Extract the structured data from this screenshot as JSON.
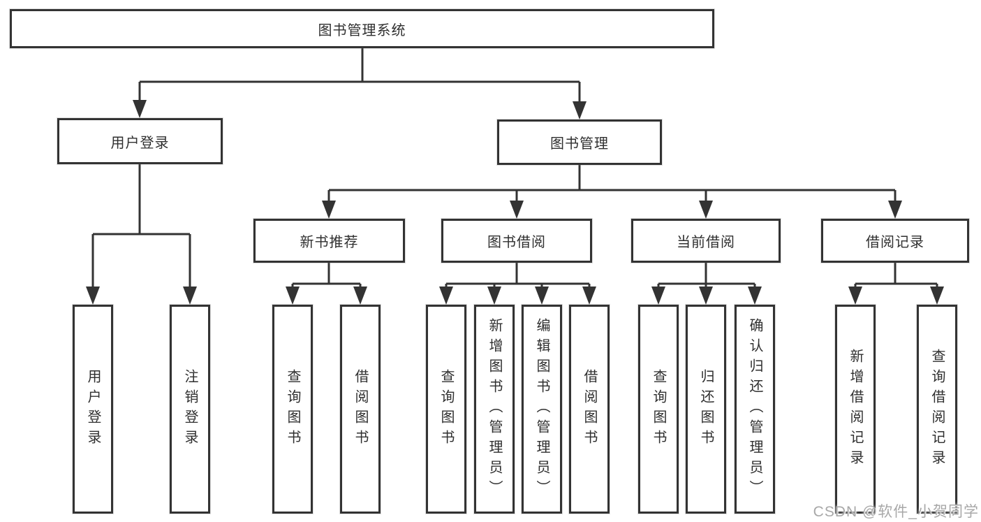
{
  "title": "图书管理系统",
  "nodes": {
    "root": "图书管理系统",
    "user_login": "用户登录",
    "book_mgmt": "图书管理",
    "new_book_rec": "新书推荐",
    "book_borrow": "图书借阅",
    "current_borrow": "当前借阅",
    "borrow_record": "借阅记录"
  },
  "leaves": {
    "user_login": [
      "用户登录",
      "注销登录"
    ],
    "new_book_rec": [
      "查询图书",
      "借阅图书"
    ],
    "book_borrow": [
      "查询图书",
      "新增图书（管理员）",
      "编辑图书（管理员）",
      "借阅图书"
    ],
    "current_borrow": [
      "查询图书",
      "归还图书",
      "确认归还（管理员）"
    ],
    "borrow_record": [
      "新增借阅记录",
      "查询借阅记录"
    ]
  },
  "watermark": "CSDN @软件_小贺同学",
  "colors": {
    "line": "#333333",
    "text": "#2f2f2f",
    "background": "#ffffff",
    "watermark": "#a8a8a8"
  }
}
